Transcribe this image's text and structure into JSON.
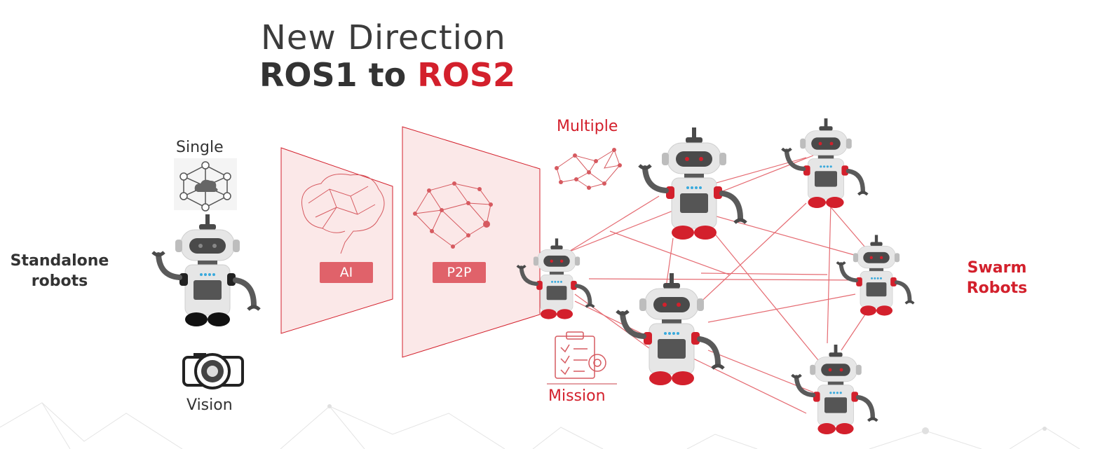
{
  "title": {
    "line1": "New Direction",
    "line2_part1": "ROS1 to ",
    "line2_part2": "ROS2"
  },
  "labels": {
    "single": "Single",
    "standalone": "Standalone",
    "robots": "robots",
    "vision": "Vision",
    "ai": "AI",
    "p2p": "P2P",
    "multiple": "Multiple",
    "mission": "Mission",
    "swarm": "Swarm",
    "swarm_robots": "Robots"
  },
  "colors": {
    "accent": "#d3202c",
    "panel": "#fbe8e8",
    "tag": "#e0626a",
    "robot_body": "#e6e6e6",
    "robot_dark": "#5a5a5a"
  }
}
